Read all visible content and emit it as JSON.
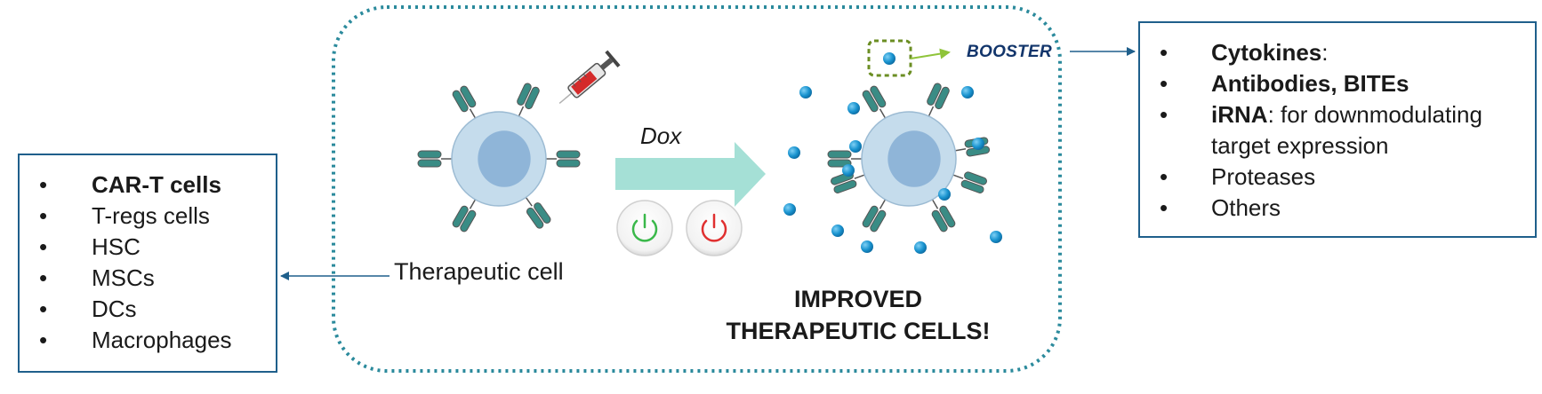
{
  "left_list": {
    "items": [
      {
        "bold": "CAR-T cells",
        "rest": ""
      },
      {
        "bold": "",
        "rest": "T-regs cells"
      },
      {
        "bold": "",
        "rest": "HSC"
      },
      {
        "bold": "",
        "rest": "MSCs"
      },
      {
        "bold": "",
        "rest": "DCs"
      },
      {
        "bold": "",
        "rest": "Macrophages"
      }
    ]
  },
  "right_list": {
    "items": [
      {
        "bold": "Cytokines",
        "rest": ":"
      },
      {
        "bold": "Antibodies, BITEs",
        "rest": ""
      },
      {
        "bold": "iRNA",
        "rest": ": for downmodulating"
      },
      {
        "bold": "",
        "rest": "target expression",
        "continuation": true
      },
      {
        "bold": "",
        "rest": "Proteases"
      },
      {
        "bold": "",
        "rest": "Others"
      }
    ]
  },
  "bullet": "•",
  "labels": {
    "therapeutic_cell": "Therapeutic cell",
    "dox": "Dox",
    "booster": "BOOSTER",
    "result_line1": "IMPROVED",
    "result_line2": "THERAPEUTIC CELLS!"
  },
  "colors": {
    "box_border": "#1f5f8b",
    "dotted_border": "#2b8a9c",
    "cell_body": "#c5dcec",
    "nucleus": "#8fb5d8",
    "receptor": "#3a8c85",
    "arrow": "#a5e0d6",
    "power_on": "#3ab84a",
    "power_off": "#e03030",
    "booster_dot": "#1993cf",
    "booster_box": "#6b8e23",
    "booster_arrow": "#8fc43a",
    "booster_text": "#12356b"
  },
  "icons": [
    "syringe-icon",
    "power-on-icon",
    "power-off-icon",
    "cell-icon"
  ]
}
